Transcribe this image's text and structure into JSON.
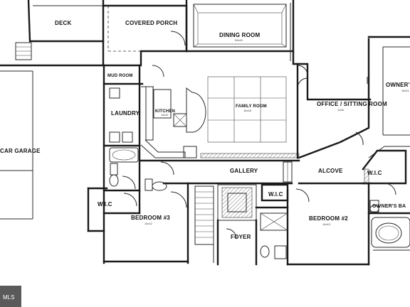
{
  "rooms": {
    "deck": "DECK",
    "covered_porch": "COVERED PORCH",
    "dining_room": "DINING ROOM",
    "dining_dim": "09x10",
    "owners_suite": "OWNER'S",
    "owners_dim": "15x11",
    "mud_room": "MUD ROOM",
    "laundry": "LAUNDRY",
    "kitchen": "KITCHEN",
    "kitchen_dim": "14x11",
    "family_room": "FAMILY ROOM",
    "family_dim": "16x18",
    "office": "OFFICE / SITTING ROOM",
    "office_dim": "12x8",
    "garage": "CAR GARAGE",
    "gallery": "GALLERY",
    "alcove": "ALCOVE",
    "wic_alcove": "W.I.C",
    "wic_left": "W.I.C",
    "wic_center": "W.I.C",
    "bedroom3": "BEDROOM #3",
    "bedroom3_dim": "14x12",
    "bedroom2": "BEDROOM #2",
    "bedroom2_dim": "14x13",
    "owners_bath": "OWNER'S BA",
    "foyer": "FOYER"
  },
  "watermark": {
    "brand": "MLS"
  }
}
